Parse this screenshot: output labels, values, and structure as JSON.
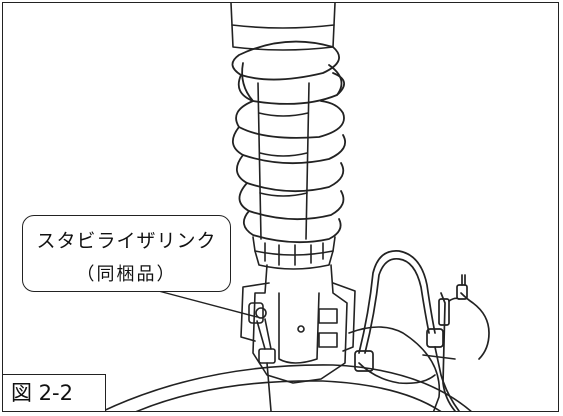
{
  "callout": {
    "line1": "スタビライザリンク",
    "line2": "（同梱品）"
  },
  "figure_label": "図 2-2",
  "colors": {
    "line": "#222222",
    "background": "#ffffff"
  }
}
